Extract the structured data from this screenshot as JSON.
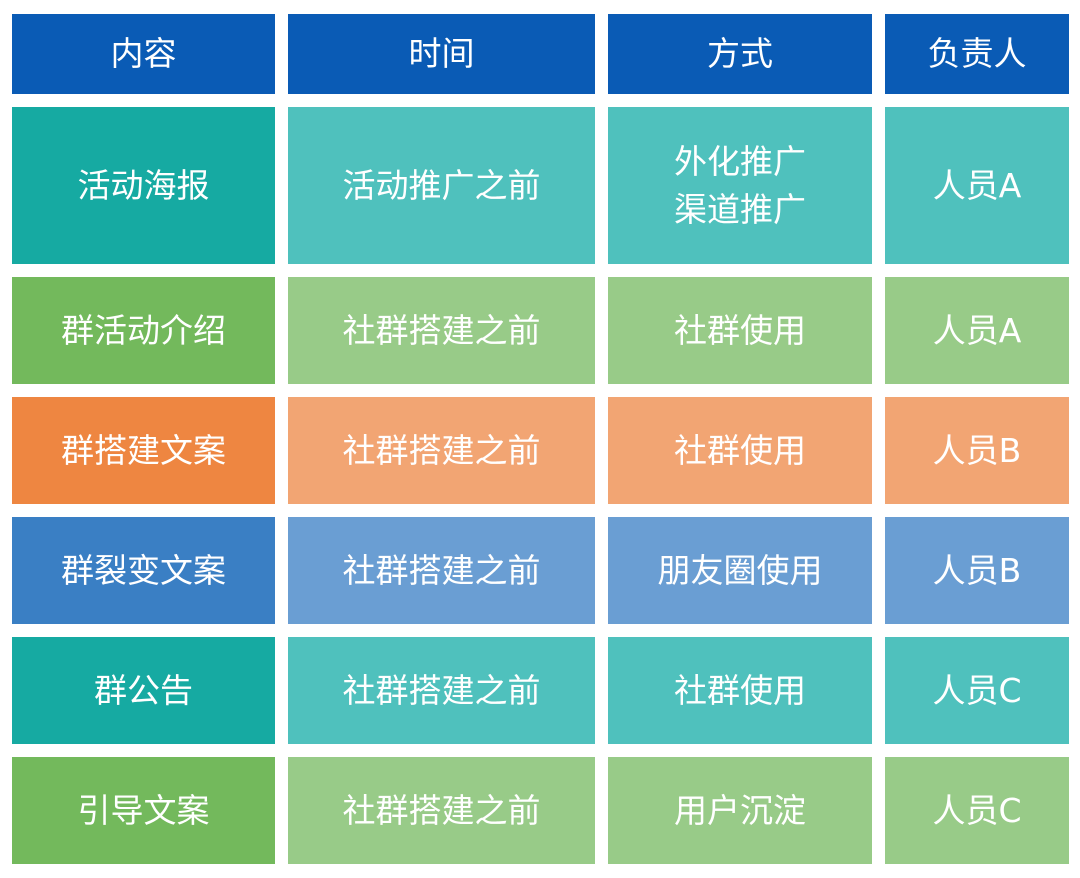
{
  "colors": {
    "header": "#0a5bb5",
    "teal_dark": "#16aaa2",
    "teal_light": "#4fc1bd",
    "green_dark": "#73b95c",
    "green_light": "#98cb88",
    "orange_dark": "#ee8641",
    "orange_light": "#f2a573",
    "blue_dark": "#3a7fc4",
    "blue_light": "#6a9ed3",
    "text": "#ffffff"
  },
  "table": {
    "headers": [
      "内容",
      "时间",
      "方式",
      "负责人"
    ],
    "rows": [
      {
        "theme": "teal",
        "content": "活动海报",
        "time": "活动推广之前",
        "method": [
          "外化推广",
          "渠道推广"
        ],
        "owner": "人员A"
      },
      {
        "theme": "green",
        "content": "群活动介绍",
        "time": "社群搭建之前",
        "method": [
          "社群使用"
        ],
        "owner": "人员A"
      },
      {
        "theme": "orange",
        "content": "群搭建文案",
        "time": "社群搭建之前",
        "method": [
          "社群使用"
        ],
        "owner": "人员B"
      },
      {
        "theme": "blue",
        "content": "群裂变文案",
        "time": "社群搭建之前",
        "method": [
          "朋友圈使用"
        ],
        "owner": "人员B"
      },
      {
        "theme": "teal",
        "content": "群公告",
        "time": "社群搭建之前",
        "method": [
          "社群使用"
        ],
        "owner": "人员C"
      },
      {
        "theme": "green",
        "content": "引导文案",
        "time": "社群搭建之前",
        "method": [
          "用户沉淀"
        ],
        "owner": "人员C"
      }
    ]
  }
}
